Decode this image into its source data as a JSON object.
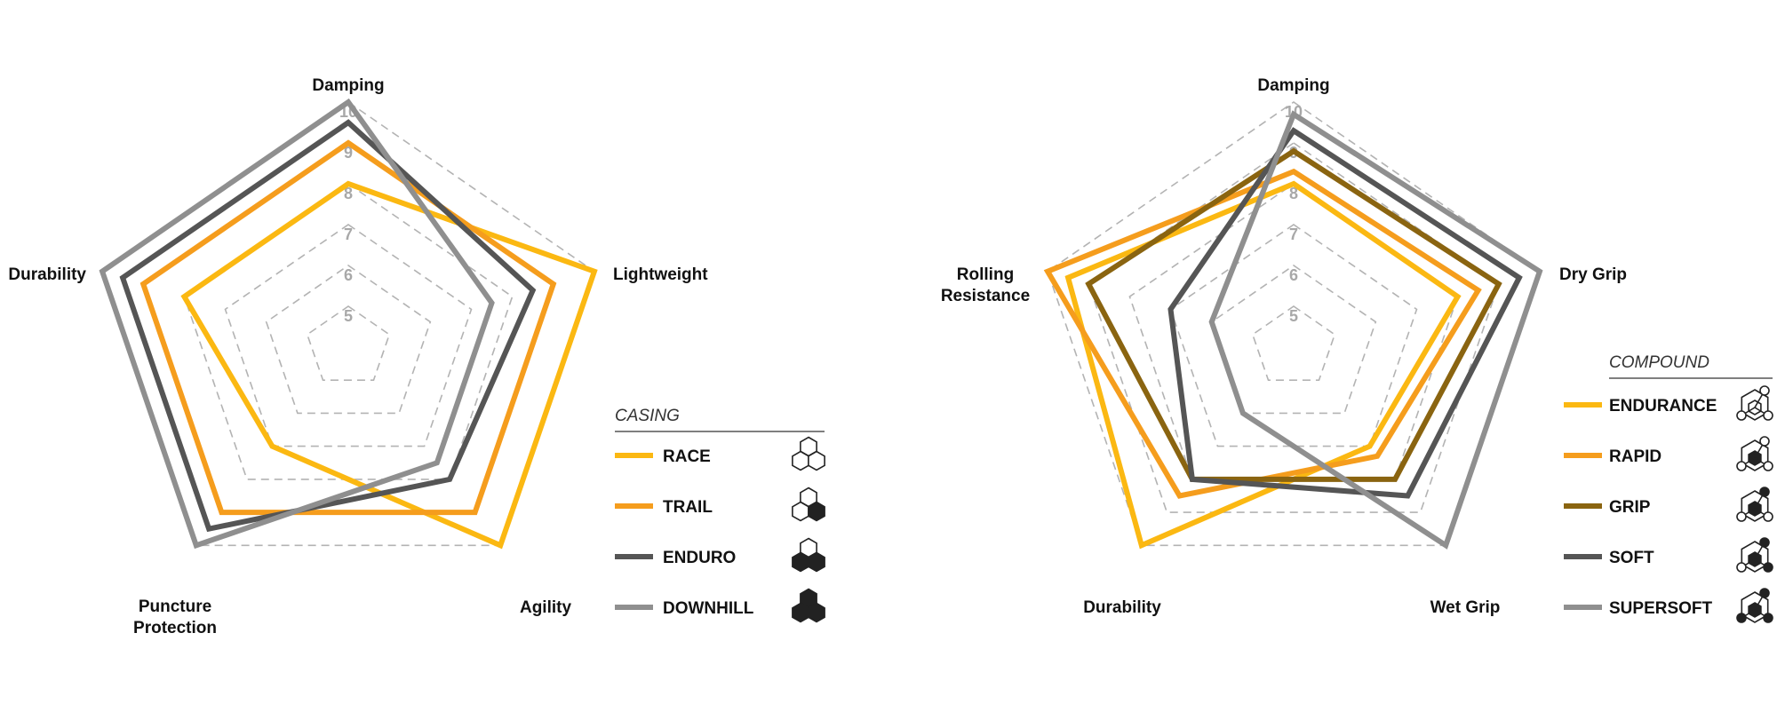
{
  "chart_data": [
    {
      "type": "radar",
      "axes": [
        "Damping",
        "Lightweight",
        "Agility",
        "Puncture|Protection",
        "Durability"
      ],
      "rlim": [
        4,
        10
      ],
      "ticks": [
        5,
        6,
        7,
        8,
        9,
        10
      ],
      "grid": true,
      "legend": {
        "title": "CASING",
        "placement": "right",
        "icons": [
          "casing-race-icon",
          "casing-trail-icon",
          "casing-enduro-icon",
          "casing-downhill-icon"
        ]
      },
      "series": [
        {
          "name": "RACE",
          "color": "#fbb812",
          "values": [
            8,
            10,
            10,
            7,
            8
          ]
        },
        {
          "name": "TRAIL",
          "color": "#f59d1d",
          "values": [
            9,
            9,
            9,
            9,
            9
          ]
        },
        {
          "name": "ENDURO",
          "color": "#555555",
          "values": [
            9.5,
            8.5,
            8,
            9.5,
            9.5
          ]
        },
        {
          "name": "DOWNHILL",
          "color": "#8f8f8f",
          "values": [
            10,
            7.5,
            7.5,
            10,
            10
          ]
        }
      ]
    },
    {
      "type": "radar",
      "axes": [
        "Damping",
        "Dry Grip",
        "Wet Grip",
        "Durability",
        "Rolling|Resistance"
      ],
      "rlim": [
        4,
        10
      ],
      "ticks": [
        5,
        6,
        7,
        8,
        9,
        10
      ],
      "grid": true,
      "legend": {
        "title": "COMPOUND",
        "placement": "right",
        "icons": [
          "compound-endurance-icon",
          "compound-rapid-icon",
          "compound-grip-icon",
          "compound-soft-icon",
          "compound-supersoft-icon"
        ]
      },
      "series": [
        {
          "name": "ENDURANCE",
          "color": "#fbb812",
          "values": [
            8,
            8,
            7,
            10,
            9.5
          ]
        },
        {
          "name": "RAPID",
          "color": "#f59d1d",
          "values": [
            8.3,
            8.5,
            7.3,
            8.5,
            10
          ]
        },
        {
          "name": "GRIP",
          "color": "#8a6410",
          "values": [
            8.8,
            9,
            8,
            8,
            9
          ]
        },
        {
          "name": "SOFT",
          "color": "#555555",
          "values": [
            9.3,
            9.5,
            8.5,
            8,
            7
          ]
        },
        {
          "name": "SUPERSOFT",
          "color": "#8f8f8f",
          "values": [
            9.7,
            10,
            10,
            6,
            6
          ]
        }
      ]
    }
  ]
}
